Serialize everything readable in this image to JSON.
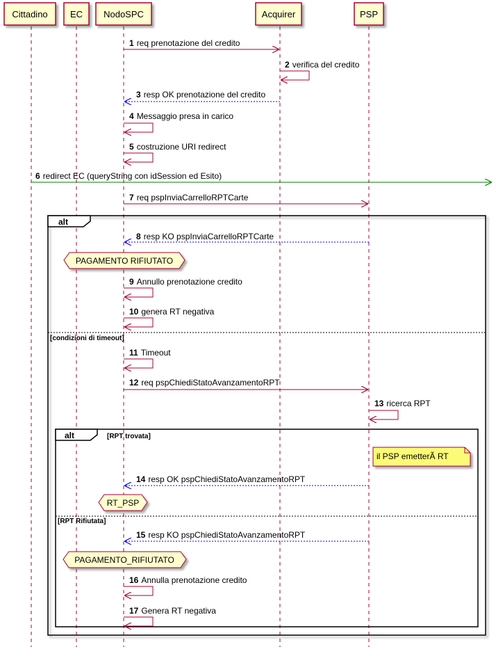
{
  "colors": {
    "participant_fill": "#FEFECE",
    "participant_border": "#A80036",
    "lifeline": "#A80036",
    "request_arrow": "#A80036",
    "response_arrow": "#0000FF",
    "redirect_arrow": "#008000",
    "hexagon_fill": "#FEFECE",
    "hexagon_border": "#A80036",
    "note_fill": "#FBFB77",
    "note_border": "#A80036",
    "fragment_border": "#000000"
  },
  "participants": [
    {
      "id": "cittadino",
      "label": "Cittadino"
    },
    {
      "id": "ec",
      "label": "EC"
    },
    {
      "id": "nodo",
      "label": "NodoSPC"
    },
    {
      "id": "acquirer",
      "label": "Acquirer"
    },
    {
      "id": "psp",
      "label": "PSP"
    }
  ],
  "messages": [
    {
      "num": "1",
      "text": "req prenotazione del credito",
      "from": "nodo",
      "to": "acquirer",
      "kind": "request"
    },
    {
      "num": "2",
      "text": "verifica del credito",
      "from": "acquirer",
      "to": "acquirer",
      "kind": "self"
    },
    {
      "num": "3",
      "text": "resp OK prenotazione del credito",
      "from": "acquirer",
      "to": "nodo",
      "kind": "response"
    },
    {
      "num": "4",
      "text": "Messaggio presa in carico",
      "from": "nodo",
      "to": "nodo",
      "kind": "self"
    },
    {
      "num": "5",
      "text": "costruzione URI redirect",
      "from": "nodo",
      "to": "nodo",
      "kind": "self"
    },
    {
      "num": "6",
      "text": "redirect EC (queryString con idSession ed Esito)",
      "from": "cittadino",
      "to": "right-edge",
      "kind": "redirect"
    },
    {
      "num": "7",
      "text": "req pspInviaCarrelloRPTCarte",
      "from": "nodo",
      "to": "psp",
      "kind": "request"
    },
    {
      "num": "8",
      "text": "resp KO pspInviaCarrelloRPTCarte",
      "from": "psp",
      "to": "nodo",
      "kind": "response"
    },
    {
      "num": "9",
      "text": "Annullo prenotazione credito",
      "from": "nodo",
      "to": "nodo",
      "kind": "self"
    },
    {
      "num": "10",
      "text": "genera RT negativa",
      "from": "nodo",
      "to": "nodo",
      "kind": "self"
    },
    {
      "num": "11",
      "text": "Timeout",
      "from": "nodo",
      "to": "nodo",
      "kind": "self"
    },
    {
      "num": "12",
      "text": "req pspChiediStatoAvanzamentoRPT",
      "from": "nodo",
      "to": "psp",
      "kind": "request"
    },
    {
      "num": "13",
      "text": "ricerca RPT",
      "from": "psp",
      "to": "psp",
      "kind": "self"
    },
    {
      "num": "14",
      "text": "resp OK  pspChiediStatoAvanzamentoRPT",
      "from": "psp",
      "to": "nodo",
      "kind": "response"
    },
    {
      "num": "15",
      "text": "resp KO  pspChiediStatoAvanzamentoRPT",
      "from": "psp",
      "to": "nodo",
      "kind": "response"
    },
    {
      "num": "16",
      "text": "Annulla prenotazione credito",
      "from": "nodo",
      "to": "nodo",
      "kind": "self"
    },
    {
      "num": "17",
      "text": "Genera RT negativa",
      "from": "nodo",
      "to": "nodo",
      "kind": "self"
    }
  ],
  "fragments": [
    {
      "keyword": "alt",
      "guard": "",
      "else_guard": "[condizioni di timeout]"
    },
    {
      "keyword": "alt",
      "guard": "[RPT trovata]",
      "else_guard": "[RPT Rifiutata]"
    }
  ],
  "hexagons": [
    {
      "text": "PAGAMENTO RIFIUTATO"
    },
    {
      "text": "RT_PSP"
    },
    {
      "text": "PAGAMENTO_RIFIUTATO"
    }
  ],
  "notes": [
    {
      "text": "il PSP emetterÃ  RT"
    }
  ]
}
